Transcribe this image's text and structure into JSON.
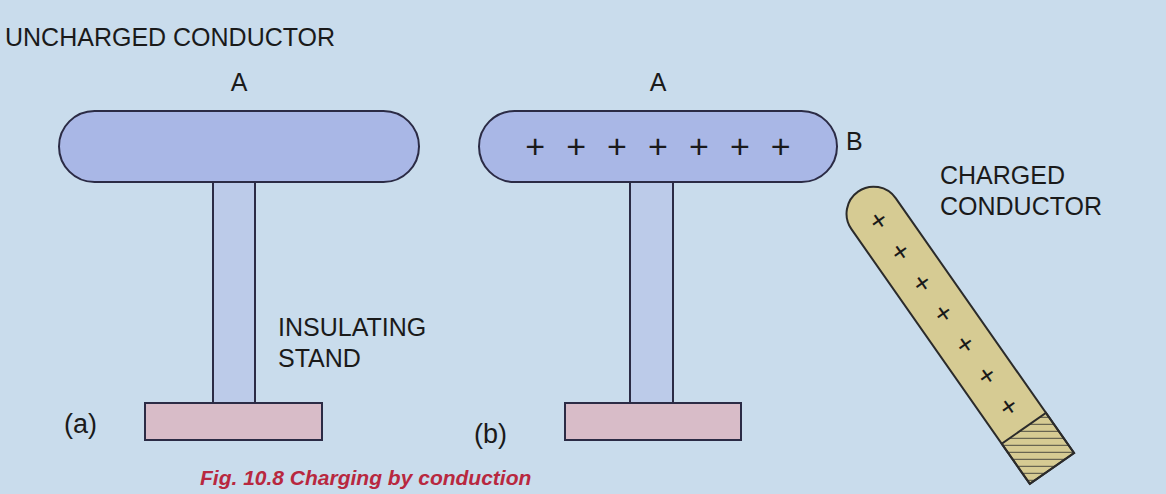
{
  "diagram": {
    "caption": "Fig. 10.8 Charging by conduction",
    "nodes": [
      {
        "text": [
          "A"
        ]
      },
      {
        "text": [
          "A",
          "+++++++"
        ]
      },
      {
        "text": [
          "+++++++"
        ]
      }
    ],
    "labels": [
      "UNCHARGED CONDUCTOR",
      "INSULATING STAND",
      "(a)",
      "(b)",
      "B",
      "CHARGED CONDUCTOR"
    ]
  }
}
